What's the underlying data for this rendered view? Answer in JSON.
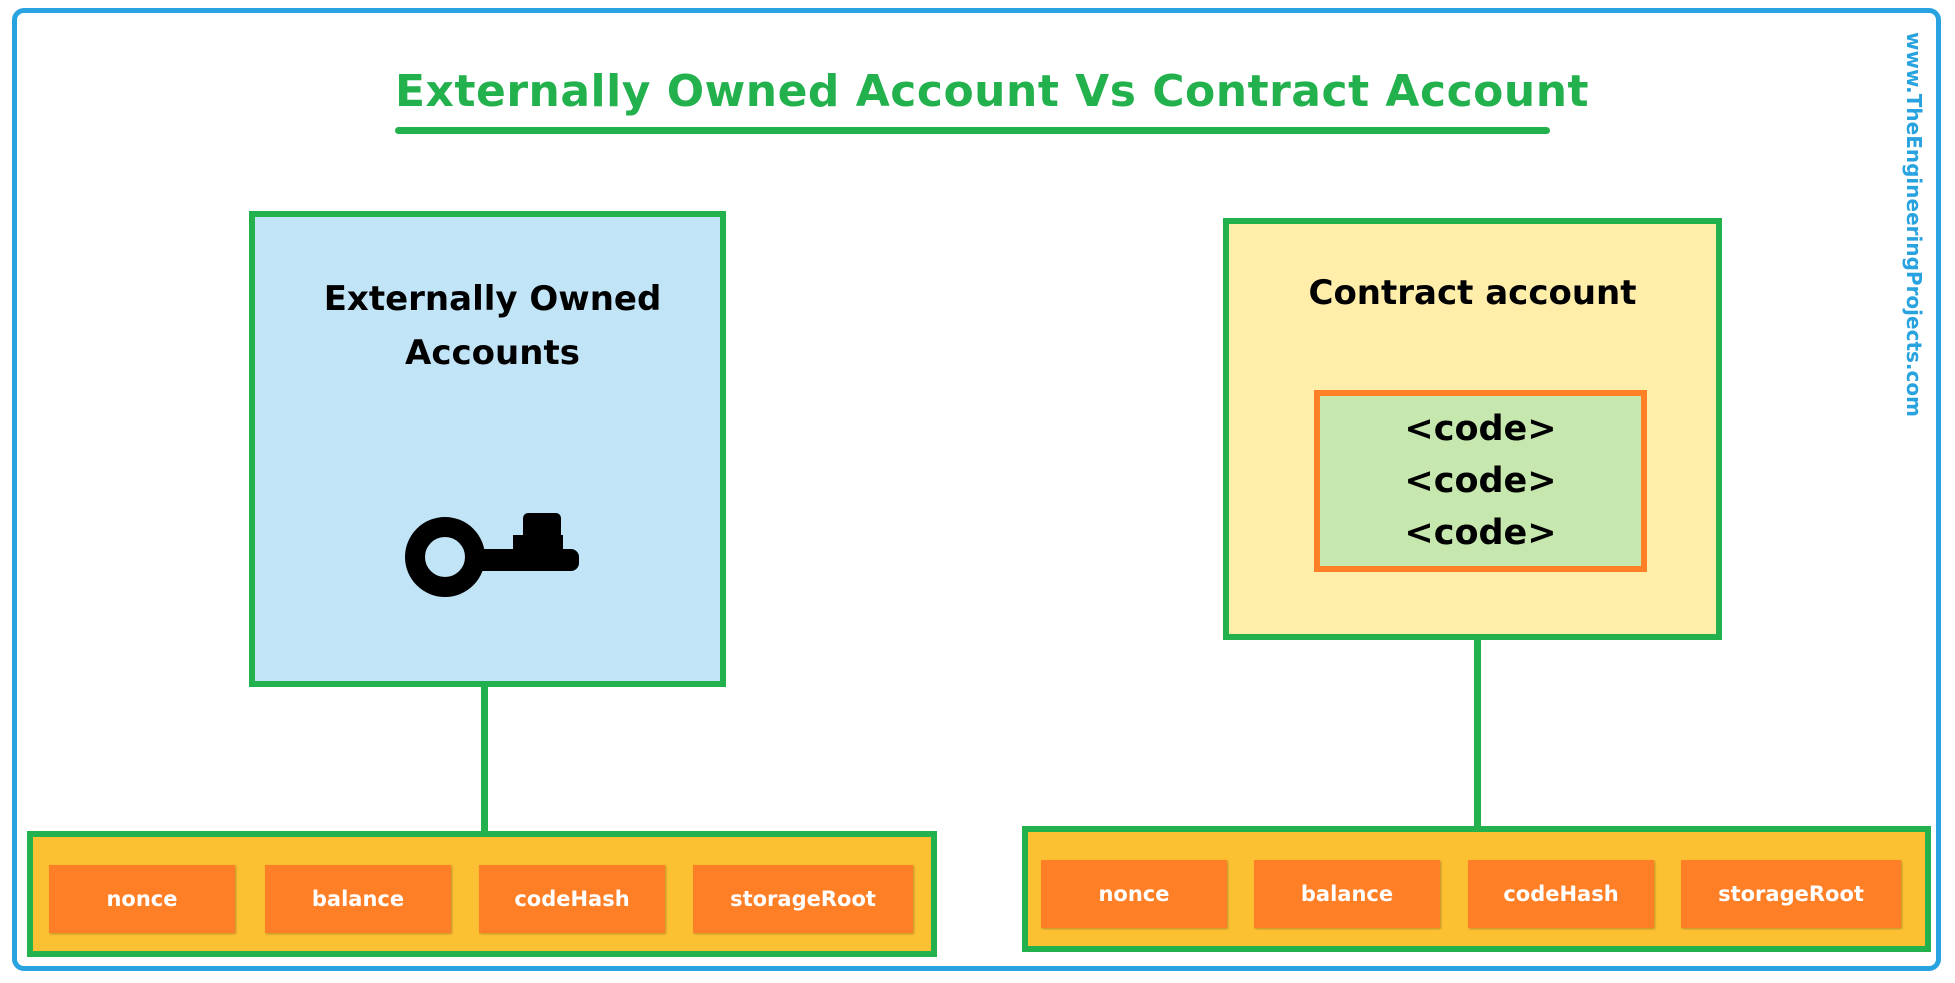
{
  "title": "Externally Owned Account Vs Contract Account",
  "watermark": "www.TheEngineeringProjects.com",
  "eoa": {
    "title_line1": "Externally Owned",
    "title_line2": "Accounts",
    "icon": "key-icon",
    "fields": [
      "nonce",
      "balance",
      "codeHash",
      "storageRoot"
    ]
  },
  "contract": {
    "title": "Contract account",
    "code_lines": [
      "<code>",
      "<code>",
      "<code>"
    ],
    "fields": [
      "nonce",
      "balance",
      "codeHash",
      "storageRoot"
    ]
  },
  "colors": {
    "green": "#22b14c",
    "blue_frame": "#29a3e0",
    "eoa_fill": "#c2e4f7",
    "contract_fill": "#feeeaa",
    "code_fill": "#c6e7ae",
    "orange": "#ff7f27",
    "bar_fill": "#fcc033"
  }
}
